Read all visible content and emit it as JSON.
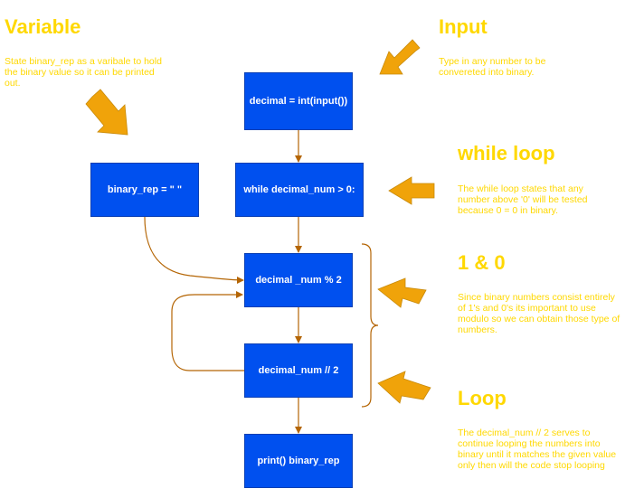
{
  "colors": {
    "accent_text": "#ffd800",
    "box_fill": "#0050ef",
    "box_text": "#ffffff",
    "connector": "#b46504",
    "pointer_arrow": "#f0a30a"
  },
  "annotations": {
    "variable": {
      "title": "Variable",
      "text": "State binary_rep as a varibale to hold the binary value so it can be printed out."
    },
    "input": {
      "title": "Input",
      "text": "Type in any number to be convereted into binary."
    },
    "while_loop": {
      "title": "while loop",
      "text": "The while loop states that any number above '0' will be tested because 0 = 0 in binary."
    },
    "one_zero": {
      "title": "1 & 0",
      "text": "Since binary numbers consist entirely of 1's and 0's its important to use modulo so we can obtain those type of numbers."
    },
    "loop": {
      "title": "Loop",
      "text": "The decimal_num // 2 serves to continue looping the numbers into binary until it matches the given value only then will the code stop looping"
    }
  },
  "nodes": {
    "decimal_input": "decimal = int(input())",
    "binary_rep": "binary_rep = \" \"",
    "while_cond": "while decimal_num > 0:",
    "modulo": "decimal _num % 2",
    "floor_div": "decimal_num // 2",
    "print": "print() binary_rep"
  }
}
